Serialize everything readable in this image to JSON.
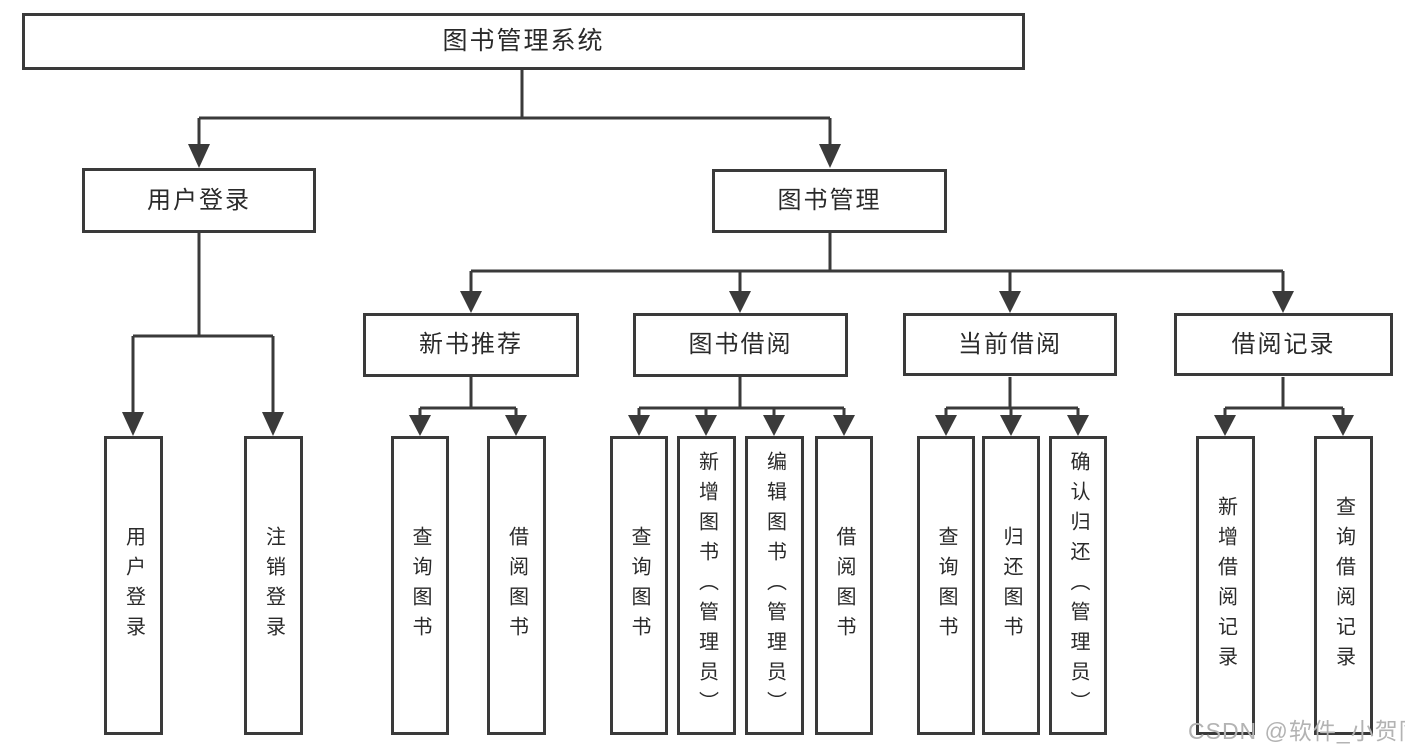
{
  "diagram": {
    "type": "hierarchy-tree",
    "root": "图书管理系统",
    "user_login": {
      "label": "用户登录",
      "children": [
        "用户登录",
        "注销登录"
      ]
    },
    "book_management": {
      "label": "图书管理",
      "sections": [
        {
          "label": "新书推荐",
          "children": [
            "查询图书",
            "借阅图书"
          ]
        },
        {
          "label": "图书借阅",
          "children": [
            "查询图书",
            "新增图书（管理员）",
            "编辑图书（管理员）",
            "借阅图书"
          ]
        },
        {
          "label": "当前借阅",
          "children": [
            "查询图书",
            "归还图书",
            "确认归还（管理员）"
          ]
        },
        {
          "label": "借阅记录",
          "children": [
            "新增借阅记录",
            "查询借阅记录"
          ]
        }
      ]
    },
    "watermark": "CSDN @软件_小贺同学",
    "colors": {
      "line": "#3a3a3a",
      "text": "#2a2a2a",
      "watermark": "#b3b3b3",
      "background": "#ffffff"
    }
  }
}
